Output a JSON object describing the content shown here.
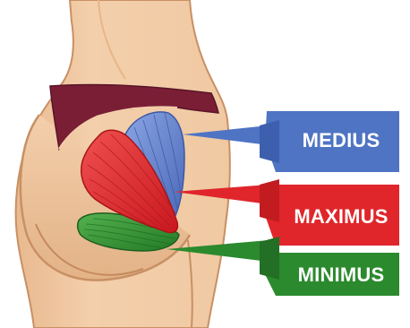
{
  "labels": [
    {
      "key": "medius",
      "text": "MEDIUS",
      "color": "#4f74c4"
    },
    {
      "key": "maximus",
      "text": "MAXIMUS",
      "color": "#e0262b"
    },
    {
      "key": "minimus",
      "text": "MINIMUS",
      "color": "#2b8a2e"
    }
  ],
  "colors": {
    "skin": "#f0c9a2",
    "skin_shadow": "#d9a97d",
    "skin_line": "#c89064",
    "underwear": "#7a1e36",
    "underwear_dark": "#5a1428",
    "muscle_medius": "#6f8fd6",
    "muscle_maximus": "#e8383a",
    "muscle_minimus": "#3a9a3a"
  }
}
